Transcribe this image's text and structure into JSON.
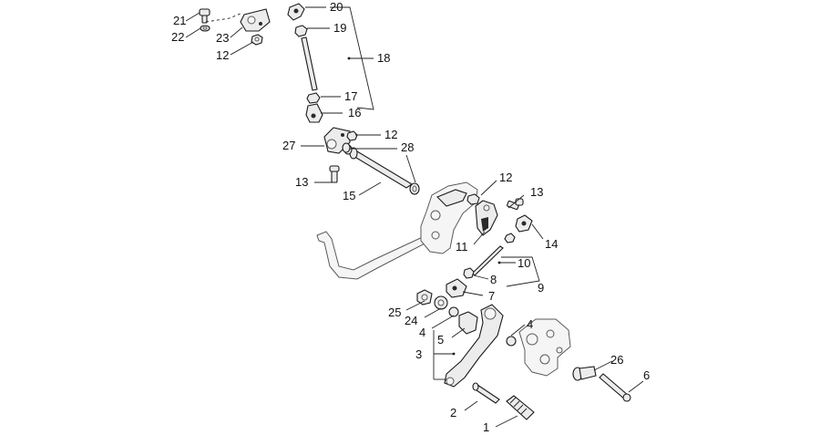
{
  "callouts": [
    {
      "id": "c21",
      "text": "21"
    },
    {
      "id": "c22",
      "text": "22"
    },
    {
      "id": "c23",
      "text": "23"
    },
    {
      "id": "c12a",
      "text": "12"
    },
    {
      "id": "c20",
      "text": "20"
    },
    {
      "id": "c19",
      "text": "19"
    },
    {
      "id": "c18",
      "text": "18"
    },
    {
      "id": "c17",
      "text": "17"
    },
    {
      "id": "c16",
      "text": "16"
    },
    {
      "id": "c12b",
      "text": "12"
    },
    {
      "id": "c27",
      "text": "27"
    },
    {
      "id": "c28",
      "text": "28"
    },
    {
      "id": "c13a",
      "text": "13"
    },
    {
      "id": "c15",
      "text": "15"
    },
    {
      "id": "c12c",
      "text": "12"
    },
    {
      "id": "c13b",
      "text": "13"
    },
    {
      "id": "c14",
      "text": "14"
    },
    {
      "id": "c11",
      "text": "11"
    },
    {
      "id": "c10",
      "text": "10"
    },
    {
      "id": "c8",
      "text": "8"
    },
    {
      "id": "c9",
      "text": "9"
    },
    {
      "id": "c7",
      "text": "7"
    },
    {
      "id": "c25",
      "text": "25"
    },
    {
      "id": "c24",
      "text": "24"
    },
    {
      "id": "c4a",
      "text": "4"
    },
    {
      "id": "c4b",
      "text": "4"
    },
    {
      "id": "c5",
      "text": "5"
    },
    {
      "id": "c3",
      "text": "3"
    },
    {
      "id": "c26",
      "text": "26"
    },
    {
      "id": "c6",
      "text": "6"
    },
    {
      "id": "c2",
      "text": "2"
    },
    {
      "id": "c1",
      "text": "1"
    }
  ]
}
